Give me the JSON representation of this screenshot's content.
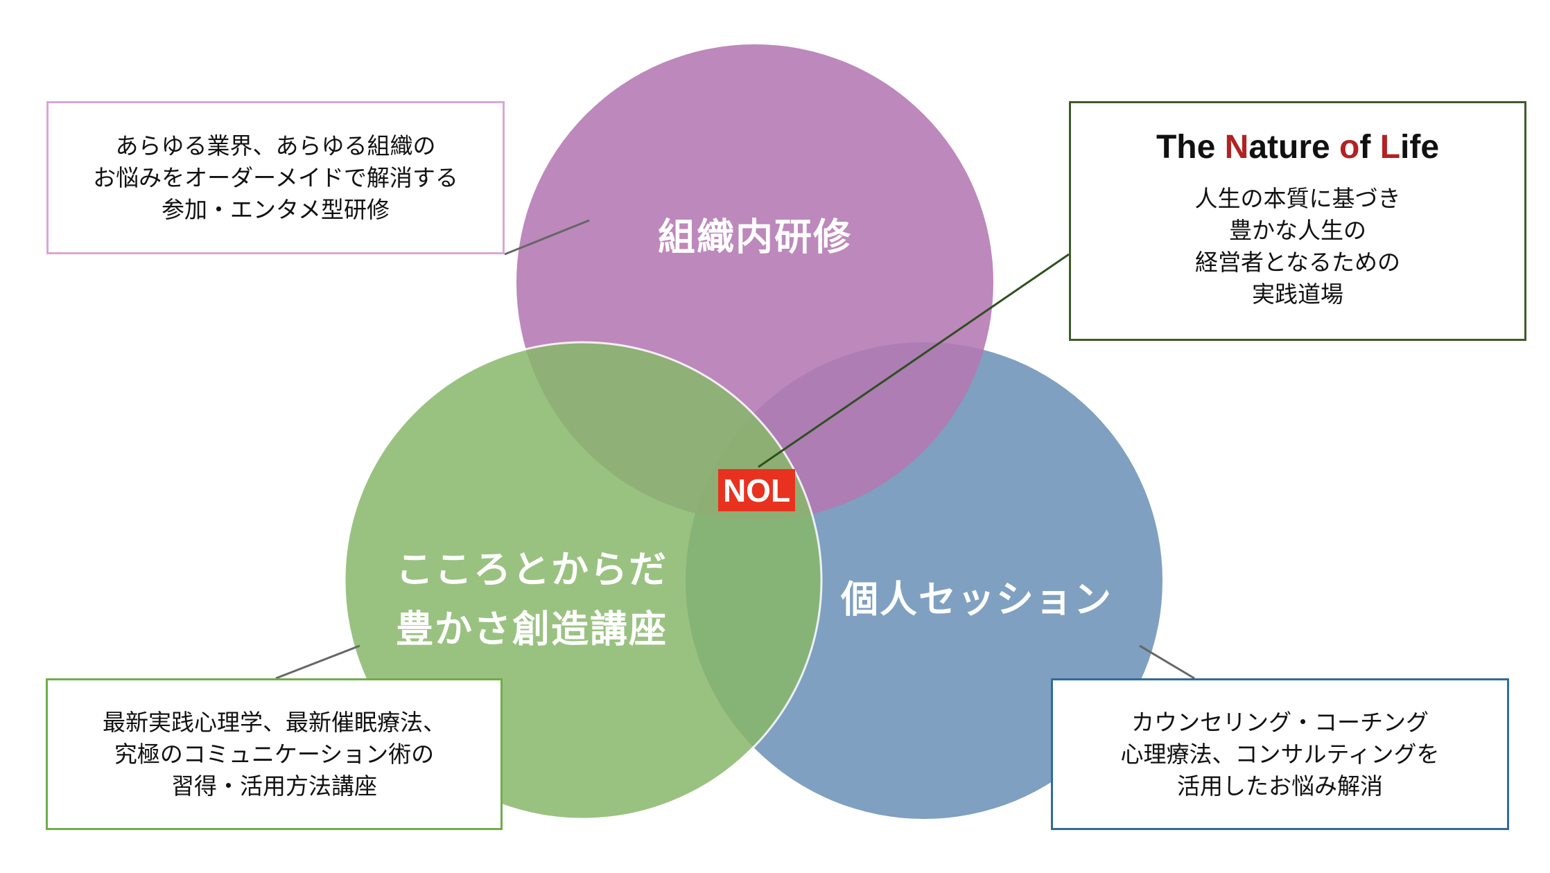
{
  "circles": {
    "top": {
      "label": "組織内研修",
      "color": "#bf87bd"
    },
    "left": {
      "label_line1": "こころとからだ",
      "label_line2": "豊かさ創造講座",
      "color": "#96c07a"
    },
    "right": {
      "label": "個人セッション",
      "color": "#7fa0c0"
    }
  },
  "center_badge": "NOL",
  "boxes": {
    "organization": {
      "lines": [
        "あらゆる業界、あらゆる組織の",
        "お悩みをオーダーメイドで解消する",
        "参加・エンタメ型研修"
      ],
      "border": "#d9a6d8"
    },
    "nol": {
      "title_parts": [
        "The ",
        "N",
        "ature ",
        "o",
        "f ",
        "L",
        "ife"
      ],
      "lines": [
        "人生の本質に基づき",
        "豊かな人生の",
        "経営者となるための",
        "実践道場"
      ],
      "border": "#3f5a2a"
    },
    "mindbody": {
      "lines": [
        "最新実践心理学、最新催眠療法、",
        "究極のコミュニケーション術の",
        "習得・活用方法講座"
      ],
      "border": "#70ad47"
    },
    "personal": {
      "lines": [
        "カウンセリング・コーチング",
        "心理療法、コンサルティングを",
        "活用したお悩み解消"
      ],
      "border": "#2e6c9e"
    }
  }
}
